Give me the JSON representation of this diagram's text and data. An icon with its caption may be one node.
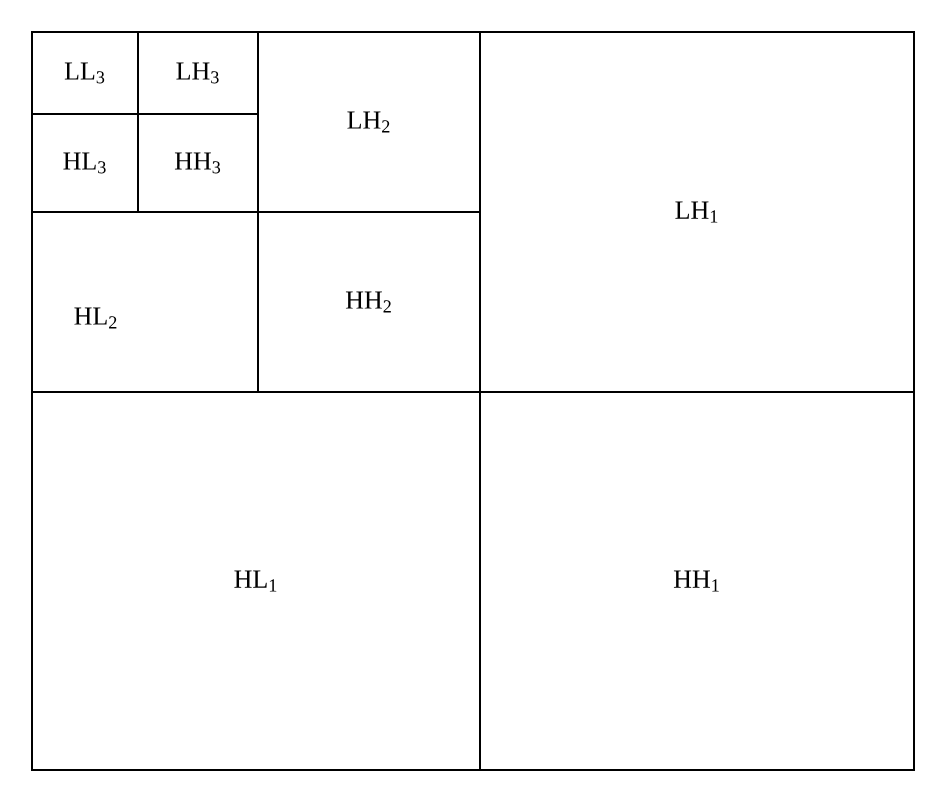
{
  "diagram": {
    "nodes": [
      {
        "text": [
          "LL$_{3}$"
        ]
      },
      {
        "text": [
          "LH$_{3}$"
        ]
      },
      {
        "text": [
          "HL$_{3}$"
        ]
      },
      {
        "text": [
          "HH$_{3}$"
        ]
      },
      {
        "text": [
          "LH$_{2}$"
        ]
      },
      {
        "text": [
          "HL$_{2}$"
        ]
      },
      {
        "text": [
          "HH$_{2}$"
        ]
      },
      {
        "text": [
          "LH$_{1}$"
        ]
      },
      {
        "text": [
          "HL$_{1}$"
        ]
      },
      {
        "text": [
          "HH$_{1}$"
        ]
      }
    ],
    "edges": []
  }
}
